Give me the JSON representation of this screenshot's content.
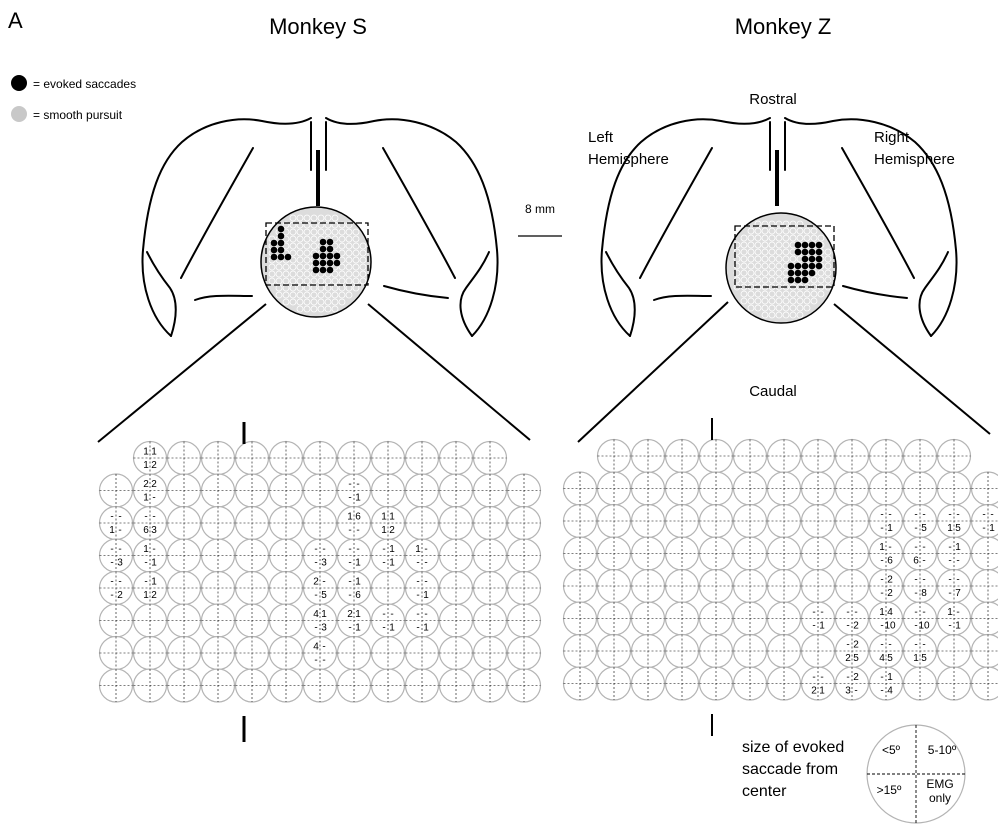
{
  "panel_letter": "A",
  "monkeys": [
    {
      "title": "Monkey S",
      "grid_cells": [
        {
          "r": 0,
          "c": 1,
          "v": [
            "1",
            "1",
            "1",
            "2"
          ]
        },
        {
          "r": 1,
          "c": 1,
          "v": [
            "2",
            "2",
            "1",
            "-"
          ]
        },
        {
          "r": 1,
          "c": 7,
          "v": [
            "-",
            "-",
            "-",
            "1"
          ]
        },
        {
          "r": 2,
          "c": 0,
          "v": [
            "-",
            "-",
            "1",
            "-"
          ]
        },
        {
          "r": 2,
          "c": 1,
          "v": [
            "-",
            "-",
            "6",
            "3"
          ]
        },
        {
          "r": 2,
          "c": 7,
          "v": [
            "1",
            "6",
            "-",
            "-"
          ]
        },
        {
          "r": 2,
          "c": 8,
          "v": [
            "1",
            "1",
            "1",
            "2"
          ]
        },
        {
          "r": 3,
          "c": 0,
          "v": [
            "-",
            "-",
            "-",
            "3"
          ]
        },
        {
          "r": 3,
          "c": 1,
          "v": [
            "1",
            "-",
            "-",
            "1"
          ]
        },
        {
          "r": 3,
          "c": 6,
          "v": [
            "-",
            "-",
            "-",
            "3"
          ]
        },
        {
          "r": 3,
          "c": 7,
          "v": [
            "-",
            "-",
            "-",
            "1"
          ]
        },
        {
          "r": 3,
          "c": 8,
          "v": [
            "-",
            "1",
            "-",
            "1"
          ]
        },
        {
          "r": 3,
          "c": 9,
          "v": [
            "1",
            "-",
            "-",
            "-"
          ]
        },
        {
          "r": 4,
          "c": 0,
          "v": [
            "-",
            "-",
            "-",
            "2"
          ]
        },
        {
          "r": 4,
          "c": 1,
          "v": [
            "-",
            "1",
            "1",
            "2"
          ]
        },
        {
          "r": 4,
          "c": 6,
          "v": [
            "2",
            "-",
            "-",
            "5"
          ]
        },
        {
          "r": 4,
          "c": 7,
          "v": [
            "-",
            "1",
            "-",
            "6"
          ]
        },
        {
          "r": 4,
          "c": 9,
          "v": [
            "-",
            "-",
            "-",
            "1"
          ]
        },
        {
          "r": 5,
          "c": 6,
          "v": [
            "4",
            "1",
            "-",
            "3"
          ]
        },
        {
          "r": 5,
          "c": 7,
          "v": [
            "2",
            "1",
            "-",
            "1"
          ]
        },
        {
          "r": 5,
          "c": 8,
          "v": [
            "-",
            "-",
            "-",
            "1"
          ]
        },
        {
          "r": 5,
          "c": 9,
          "v": [
            "-",
            "-",
            "-",
            "1"
          ]
        },
        {
          "r": 6,
          "c": 6,
          "v": [
            "4",
            "-",
            "-",
            "-"
          ]
        }
      ]
    },
    {
      "title": "Monkey Z",
      "grid_cells": [
        {
          "r": 2,
          "c": 9,
          "v": [
            "-",
            "-",
            "-",
            "1"
          ]
        },
        {
          "r": 2,
          "c": 10,
          "v": [
            "-",
            "-",
            "-",
            "5"
          ]
        },
        {
          "r": 2,
          "c": 11,
          "v": [
            "-",
            "-",
            "1",
            "5"
          ]
        },
        {
          "r": 2,
          "c": 12,
          "v": [
            "-",
            "-",
            "-",
            "1"
          ]
        },
        {
          "r": 3,
          "c": 9,
          "v": [
            "1",
            "-",
            "-",
            "6"
          ]
        },
        {
          "r": 3,
          "c": 10,
          "v": [
            "-",
            "-",
            "6",
            "-"
          ]
        },
        {
          "r": 3,
          "c": 11,
          "v": [
            "-",
            "1",
            "-",
            "-"
          ]
        },
        {
          "r": 4,
          "c": 9,
          "v": [
            "-",
            "2",
            "-",
            "2"
          ]
        },
        {
          "r": 4,
          "c": 10,
          "v": [
            "-",
            "-",
            "-",
            "8"
          ]
        },
        {
          "r": 4,
          "c": 11,
          "v": [
            "-",
            "-",
            "-",
            "7"
          ]
        },
        {
          "r": 5,
          "c": 7,
          "v": [
            "-",
            "-",
            "-",
            "1"
          ]
        },
        {
          "r": 5,
          "c": 8,
          "v": [
            "-",
            "-",
            "-",
            "2"
          ]
        },
        {
          "r": 5,
          "c": 9,
          "v": [
            "1",
            "4",
            "-",
            "10"
          ]
        },
        {
          "r": 5,
          "c": 10,
          "v": [
            "-",
            "-",
            "-",
            "10"
          ]
        },
        {
          "r": 5,
          "c": 11,
          "v": [
            "1",
            "-",
            "-",
            "1"
          ]
        },
        {
          "r": 6,
          "c": 8,
          "v": [
            "-",
            "2",
            "2",
            "5"
          ]
        },
        {
          "r": 6,
          "c": 9,
          "v": [
            "-",
            "-",
            "4",
            "5"
          ]
        },
        {
          "r": 6,
          "c": 10,
          "v": [
            "-",
            "-",
            "1",
            "5"
          ]
        },
        {
          "r": 7,
          "c": 7,
          "v": [
            "-",
            "-",
            "2",
            "1"
          ]
        },
        {
          "r": 7,
          "c": 8,
          "v": [
            "-",
            "2",
            "3",
            "-"
          ]
        },
        {
          "r": 7,
          "c": 9,
          "v": [
            "-",
            "1",
            "-",
            "4"
          ]
        }
      ]
    }
  ],
  "legend": {
    "evoked_label": "= evoked saccades",
    "pursuit_label": "= smooth pursuit",
    "evoked_color": "#000000",
    "pursuit_color": "#c8c8c8"
  },
  "orientation": {
    "rostral": "Rostral",
    "caudal": "Caudal",
    "left_hemisphere": "Left\nHemisphere",
    "right_hemisphere": "Right\nHemisphere"
  },
  "scale_bar": {
    "label": "8 mm"
  },
  "key": {
    "caption": "size of evoked\nsaccade from\ncenter",
    "q_top_left": "<5º",
    "q_top_right": "5-10º",
    "q_bottom_left": ">15º",
    "q_bottom_right": "EMG\nonly"
  },
  "colors": {
    "ink": "#000000",
    "grid_stroke": "#b4b4b4",
    "chamber_fill": "#dcdcdc"
  }
}
